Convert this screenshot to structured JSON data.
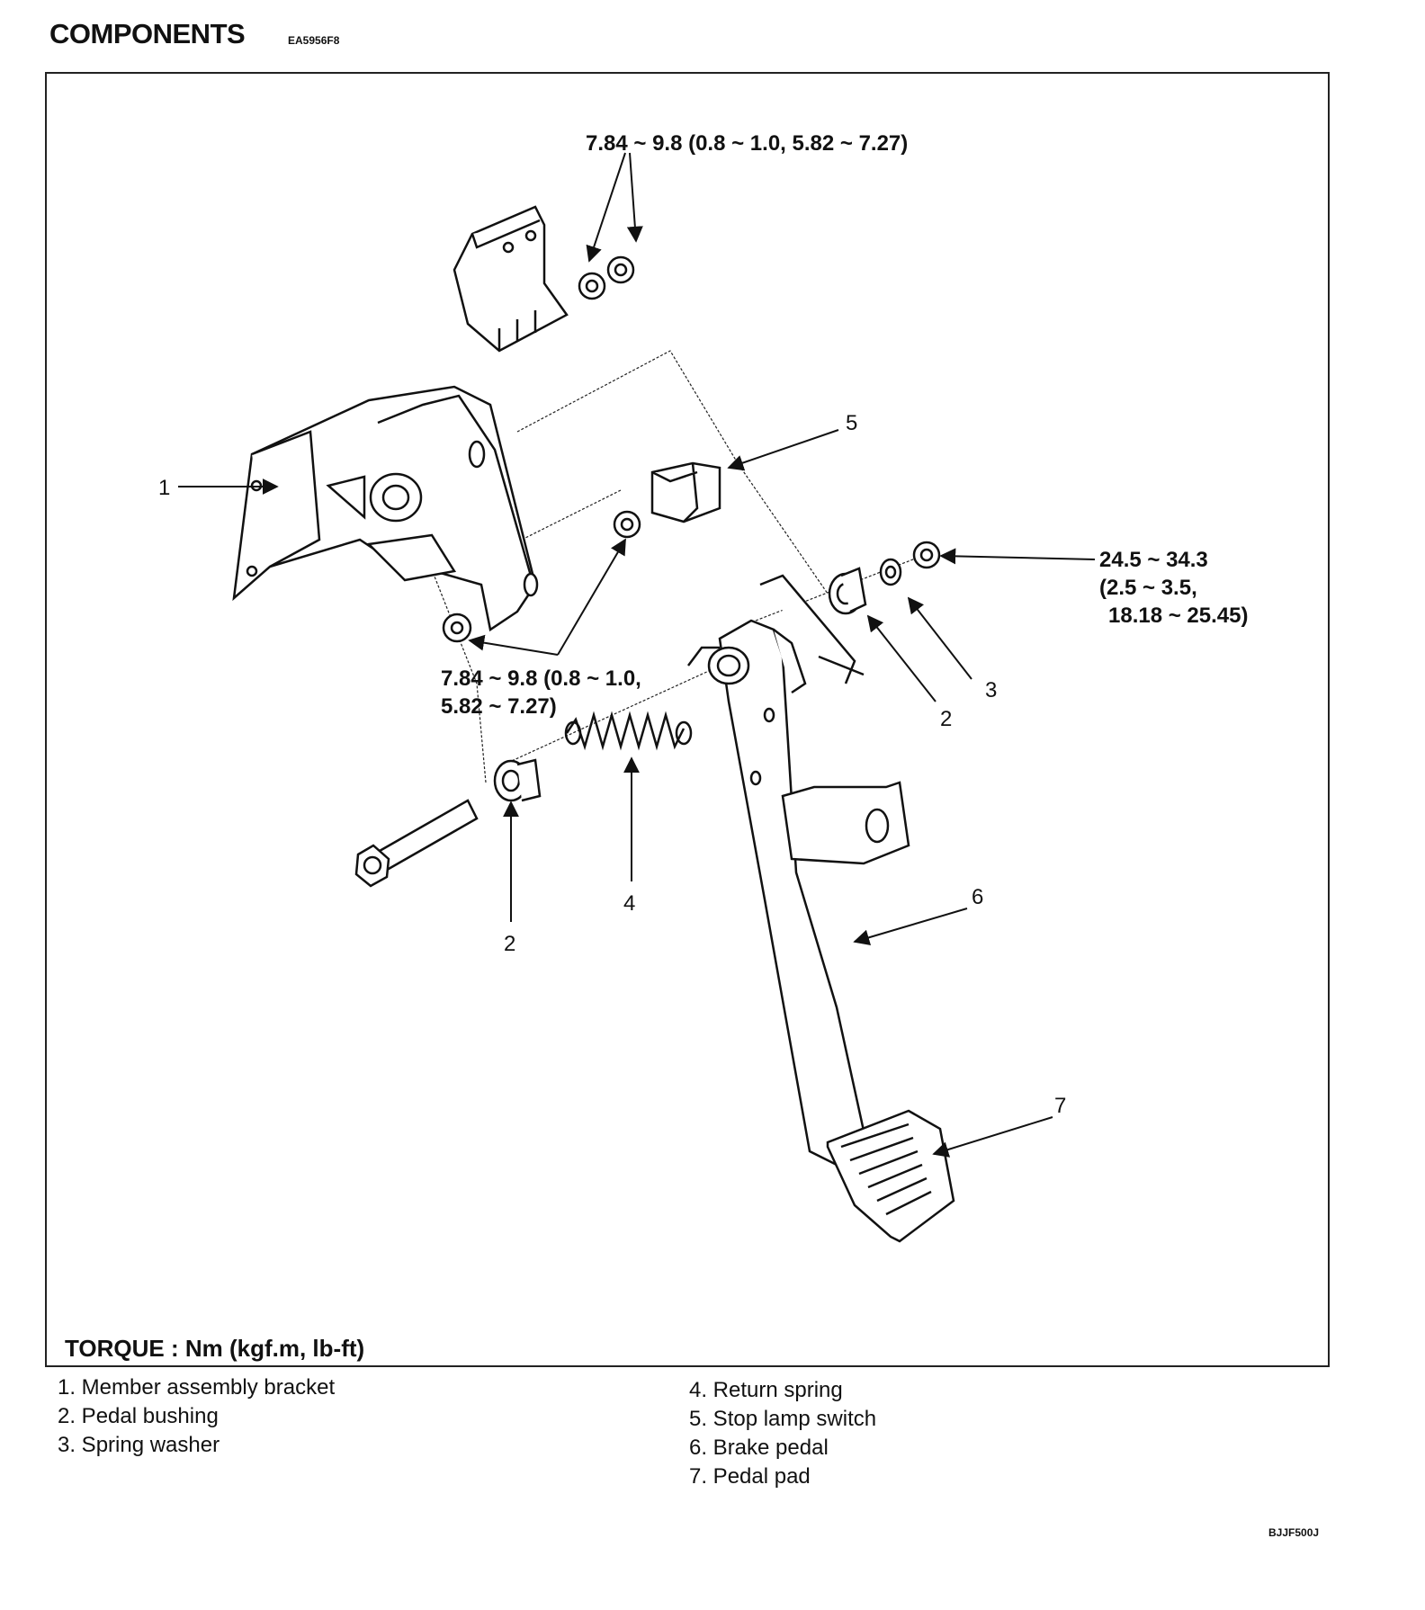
{
  "header": {
    "title": "COMPONENTS",
    "code": "EA5956F8"
  },
  "torque_labels": {
    "top_nuts": "7.84 ~ 9.8 (0.8 ~ 1.0, 5.82 ~ 7.27)",
    "middle_nuts_line1": "7.84 ~ 9.8 (0.8 ~ 1.0,",
    "middle_nuts_line2": "5.82 ~ 7.27)",
    "right_nut_line1": "24.5 ~ 34.3",
    "right_nut_line2": "(2.5 ~ 3.5,",
    "right_nut_line3": "18.18 ~ 25.45)"
  },
  "callouts": {
    "c1": "1",
    "c2a": "2",
    "c2b": "2",
    "c3": "3",
    "c4": "4",
    "c5": "5",
    "c6": "6",
    "c7": "7"
  },
  "torque_unit": "TORQUE : Nm (kgf.m, lb-ft)",
  "legend_left": [
    "1. Member assembly bracket",
    "2. Pedal bushing",
    "3. Spring washer"
  ],
  "legend_right": [
    "4. Return spring",
    "5. Stop lamp switch",
    "6. Brake pedal",
    "7. Pedal pad"
  ],
  "footer_code": "BJJF500J"
}
